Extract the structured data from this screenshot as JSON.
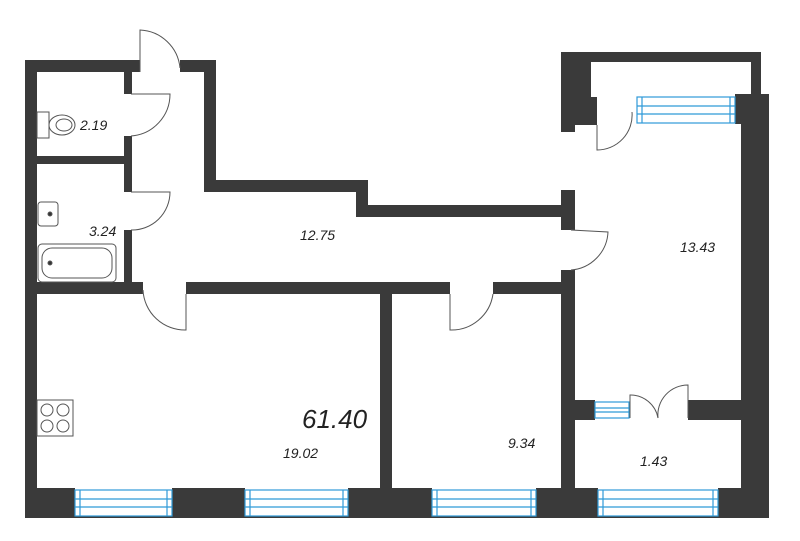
{
  "plan": {
    "total_area": "61.40",
    "rooms": [
      {
        "name": "bathroom-wc",
        "area": "2.19"
      },
      {
        "name": "bathroom-bath",
        "area": "3.24"
      },
      {
        "name": "hallway",
        "area": "12.75"
      },
      {
        "name": "bedroom-right",
        "area": "13.43"
      },
      {
        "name": "living-kitchen",
        "area": "19.02"
      },
      {
        "name": "bedroom-middle",
        "area": "9.34"
      },
      {
        "name": "balcony",
        "area": "1.43"
      }
    ]
  },
  "colors": {
    "wall": "#3a3a3a",
    "window_frame": "#2f9ad8",
    "fixture_line": "#555555",
    "background": "#ffffff"
  },
  "icons": [
    "toilet-icon",
    "sink-icon",
    "bathtub-icon",
    "stove-icon",
    "door-icon",
    "window-icon"
  ]
}
